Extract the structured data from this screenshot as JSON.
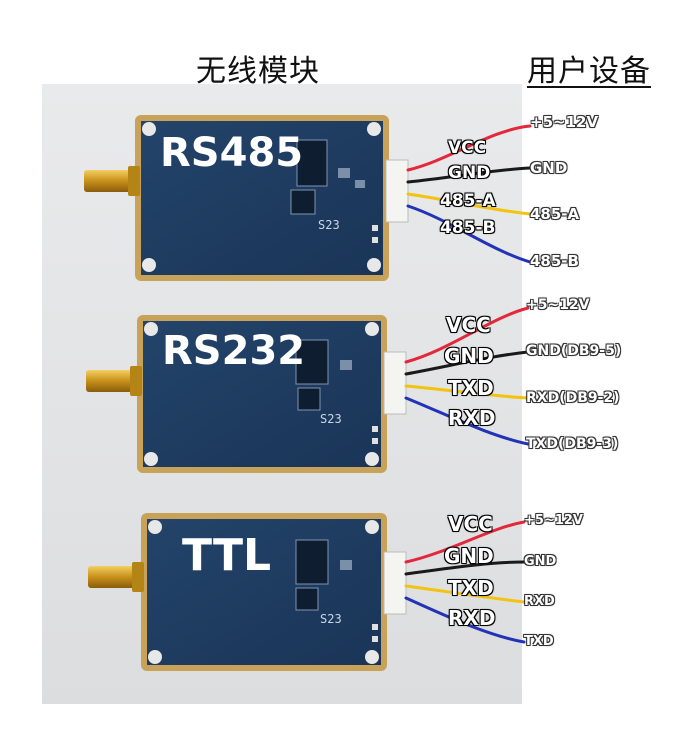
{
  "headings": {
    "left": "无线模块",
    "right": "用户设备"
  },
  "modules": [
    {
      "name": "RS485",
      "board_mark": "S23",
      "pins": [
        "VCC",
        "GND",
        "485-A",
        "485-B"
      ],
      "device_labels": [
        "+5~12V",
        "GND",
        "485-A",
        "485-B"
      ]
    },
    {
      "name": "RS232",
      "board_mark": "S23",
      "pins": [
        "VCC",
        "GND",
        "TXD",
        "RXD"
      ],
      "device_labels": [
        "+5~12V",
        "GND(DB9-5)",
        "RXD(DB9-2)",
        "TXD(DB9-3)"
      ]
    },
    {
      "name": "TTL",
      "board_mark": "S23",
      "pins": [
        "VCC",
        "GND",
        "TXD",
        "RXD"
      ],
      "device_labels": [
        "+5~12V",
        "GND",
        "RXD",
        "TXD"
      ]
    }
  ],
  "colors": {
    "board": "#1f3c60",
    "board_edge": "#c9a25a",
    "wire_vcc": "#e2283a",
    "wire_gnd": "#1a1a1a",
    "wire_a": "#f2c40f",
    "wire_b": "#2233b8",
    "connector": "#f4f4f0",
    "antenna": "#d6a21e"
  }
}
